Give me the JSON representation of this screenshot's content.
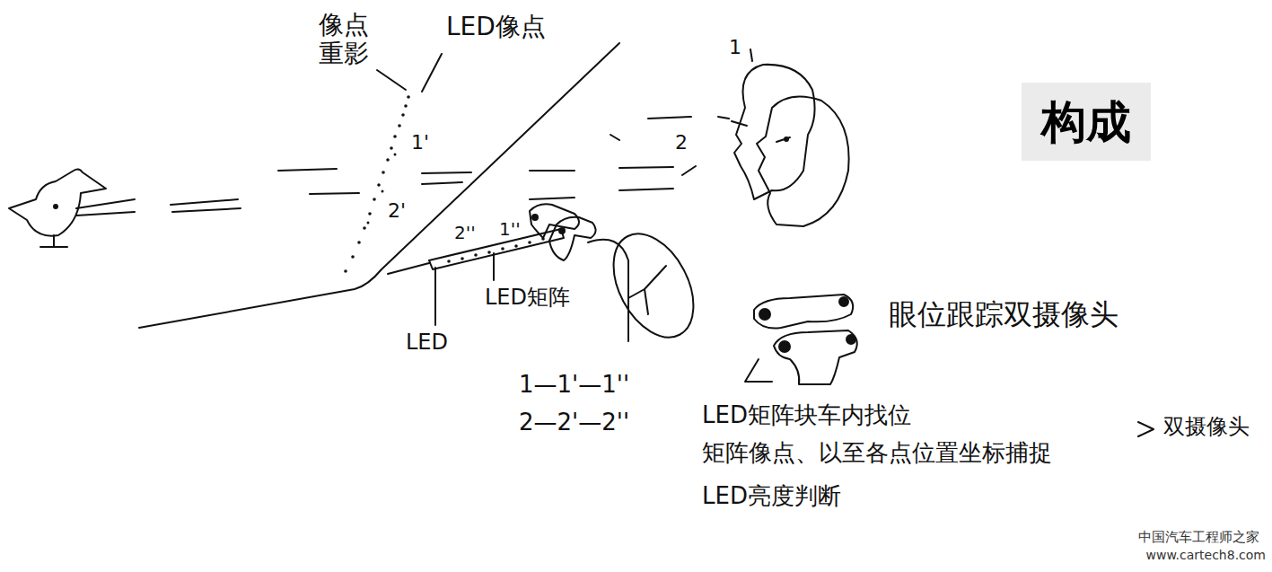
{
  "diagram": {
    "title": "构成",
    "labels": [
      "像点 重影",
      "LED像点",
      "1'",
      "2'",
      "2''",
      "1''",
      "2",
      "1",
      "LED矩阵",
      "LED",
      "1—1'—1''",
      "2—2'—2''",
      "眼位跟踪双摄像头",
      "LED矩阵块车内找位",
      "矩阵像点、以至各点位置坐标捕捉",
      "LED亮度判断",
      "双摄像头",
      "中国汽车工程师之家",
      "www.cartech8.com"
    ]
  }
}
